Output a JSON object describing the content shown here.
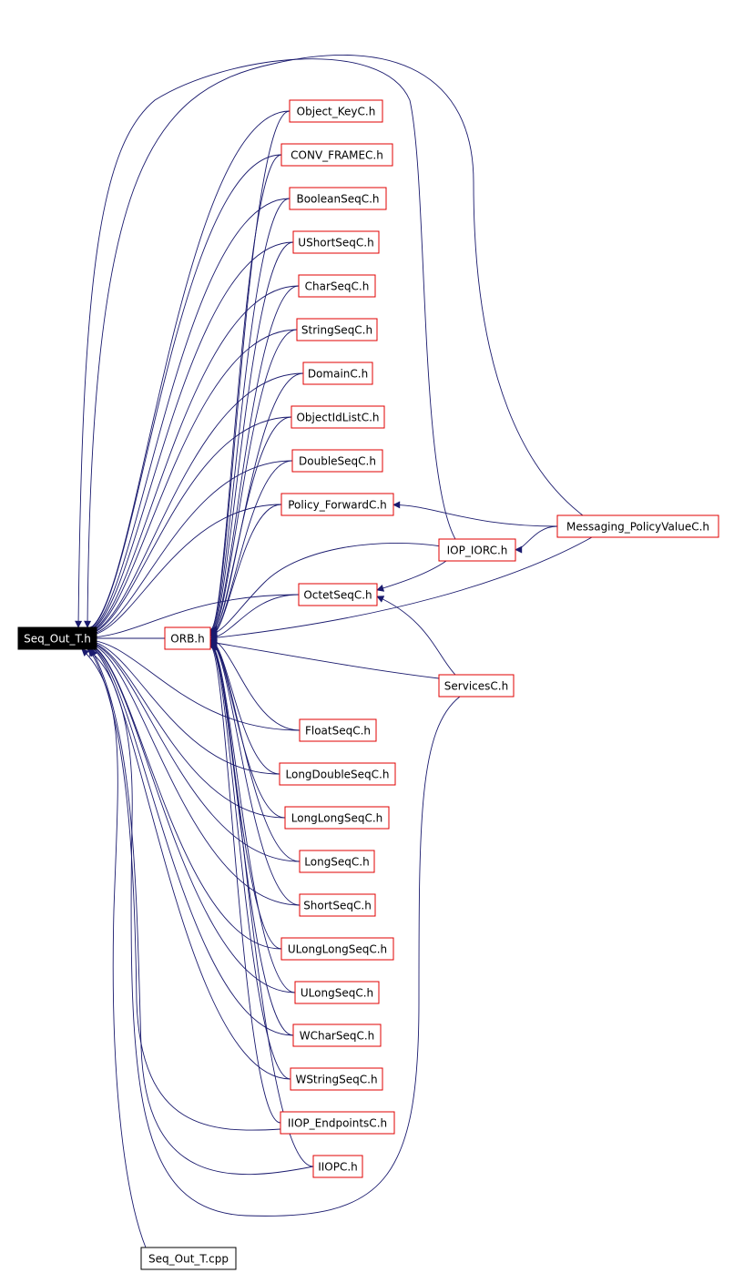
{
  "colors": {
    "edge": "#1a1a6e",
    "node_border": "#e00000",
    "root_fill": "#000000",
    "root_text": "#ffffff"
  },
  "nodes": [
    {
      "id": "seq_out_t_h",
      "label": "Seq_Out_T.h"
    },
    {
      "id": "orb_h",
      "label": "ORB.h"
    },
    {
      "id": "object_keyc_h",
      "label": "Object_KeyC.h"
    },
    {
      "id": "conv_framec_h",
      "label": "CONV_FRAMEC.h"
    },
    {
      "id": "booleanseqc_h",
      "label": "BooleanSeqC.h"
    },
    {
      "id": "ushortseqc_h",
      "label": "UShortSeqC.h"
    },
    {
      "id": "charseqc_h",
      "label": "CharSeqC.h"
    },
    {
      "id": "stringseqc_h",
      "label": "StringSeqC.h"
    },
    {
      "id": "domainc_h",
      "label": "DomainC.h"
    },
    {
      "id": "objectidlistc_h",
      "label": "ObjectIdListC.h"
    },
    {
      "id": "doubleseqc_h",
      "label": "DoubleSeqC.h"
    },
    {
      "id": "policy_forwardc_h",
      "label": "Policy_ForwardC.h"
    },
    {
      "id": "octetseqc_h",
      "label": "OctetSeqC.h"
    },
    {
      "id": "floatseqc_h",
      "label": "FloatSeqC.h"
    },
    {
      "id": "longdoubleseqc_h",
      "label": "LongDoubleSeqC.h"
    },
    {
      "id": "longlongseqc_h",
      "label": "LongLongSeqC.h"
    },
    {
      "id": "longseqc_h",
      "label": "LongSeqC.h"
    },
    {
      "id": "shortseqc_h",
      "label": "ShortSeqC.h"
    },
    {
      "id": "ulonglongseqc_h",
      "label": "ULongLongSeqC.h"
    },
    {
      "id": "ulongseqc_h",
      "label": "ULongSeqC.h"
    },
    {
      "id": "wcharseqc_h",
      "label": "WCharSeqC.h"
    },
    {
      "id": "wstringseqc_h",
      "label": "WStringSeqC.h"
    },
    {
      "id": "iiop_endpointsc_h",
      "label": "IIOP_EndpointsC.h"
    },
    {
      "id": "iiopc_h",
      "label": "IIOPC.h"
    },
    {
      "id": "iop_iorc_h",
      "label": "IOP_IORC.h"
    },
    {
      "id": "servicesc_h",
      "label": "ServicesC.h"
    },
    {
      "id": "messaging_policyvaluec_h",
      "label": "Messaging_PolicyValueC.h"
    },
    {
      "id": "seq_out_t_cpp",
      "label": "Seq_Out_T.cpp"
    }
  ],
  "edges": [
    {
      "from": "orb_h",
      "to": "seq_out_t_h"
    },
    {
      "from": "object_keyc_h",
      "to": "seq_out_t_h"
    },
    {
      "from": "conv_framec_h",
      "to": "seq_out_t_h"
    },
    {
      "from": "booleanseqc_h",
      "to": "seq_out_t_h"
    },
    {
      "from": "ushortseqc_h",
      "to": "seq_out_t_h"
    },
    {
      "from": "charseqc_h",
      "to": "seq_out_t_h"
    },
    {
      "from": "stringseqc_h",
      "to": "seq_out_t_h"
    },
    {
      "from": "domainc_h",
      "to": "seq_out_t_h"
    },
    {
      "from": "objectidlistc_h",
      "to": "seq_out_t_h"
    },
    {
      "from": "doubleseqc_h",
      "to": "seq_out_t_h"
    },
    {
      "from": "policy_forwardc_h",
      "to": "seq_out_t_h"
    },
    {
      "from": "octetseqc_h",
      "to": "seq_out_t_h"
    },
    {
      "from": "floatseqc_h",
      "to": "seq_out_t_h"
    },
    {
      "from": "longdoubleseqc_h",
      "to": "seq_out_t_h"
    },
    {
      "from": "longlongseqc_h",
      "to": "seq_out_t_h"
    },
    {
      "from": "longseqc_h",
      "to": "seq_out_t_h"
    },
    {
      "from": "shortseqc_h",
      "to": "seq_out_t_h"
    },
    {
      "from": "ulonglongseqc_h",
      "to": "seq_out_t_h"
    },
    {
      "from": "ulongseqc_h",
      "to": "seq_out_t_h"
    },
    {
      "from": "wcharseqc_h",
      "to": "seq_out_t_h"
    },
    {
      "from": "wstringseqc_h",
      "to": "seq_out_t_h"
    },
    {
      "from": "iiop_endpointsc_h",
      "to": "seq_out_t_h"
    },
    {
      "from": "iiopc_h",
      "to": "seq_out_t_h"
    },
    {
      "from": "iop_iorc_h",
      "to": "seq_out_t_h"
    },
    {
      "from": "servicesc_h",
      "to": "seq_out_t_h"
    },
    {
      "from": "messaging_policyvaluec_h",
      "to": "seq_out_t_h"
    },
    {
      "from": "seq_out_t_cpp",
      "to": "seq_out_t_h"
    },
    {
      "from": "object_keyc_h",
      "to": "orb_h"
    },
    {
      "from": "conv_framec_h",
      "to": "orb_h"
    },
    {
      "from": "booleanseqc_h",
      "to": "orb_h"
    },
    {
      "from": "ushortseqc_h",
      "to": "orb_h"
    },
    {
      "from": "charseqc_h",
      "to": "orb_h"
    },
    {
      "from": "stringseqc_h",
      "to": "orb_h"
    },
    {
      "from": "domainc_h",
      "to": "orb_h"
    },
    {
      "from": "objectidlistc_h",
      "to": "orb_h"
    },
    {
      "from": "doubleseqc_h",
      "to": "orb_h"
    },
    {
      "from": "policy_forwardc_h",
      "to": "orb_h"
    },
    {
      "from": "octetseqc_h",
      "to": "orb_h"
    },
    {
      "from": "floatseqc_h",
      "to": "orb_h"
    },
    {
      "from": "longdoubleseqc_h",
      "to": "orb_h"
    },
    {
      "from": "longlongseqc_h",
      "to": "orb_h"
    },
    {
      "from": "longseqc_h",
      "to": "orb_h"
    },
    {
      "from": "shortseqc_h",
      "to": "orb_h"
    },
    {
      "from": "ulonglongseqc_h",
      "to": "orb_h"
    },
    {
      "from": "ulongseqc_h",
      "to": "orb_h"
    },
    {
      "from": "wcharseqc_h",
      "to": "orb_h"
    },
    {
      "from": "wstringseqc_h",
      "to": "orb_h"
    },
    {
      "from": "iiop_endpointsc_h",
      "to": "orb_h"
    },
    {
      "from": "iiopc_h",
      "to": "orb_h"
    },
    {
      "from": "servicesc_h",
      "to": "orb_h"
    },
    {
      "from": "messaging_policyvaluec_h",
      "to": "policy_forwardc_h"
    },
    {
      "from": "messaging_policyvaluec_h",
      "to": "iop_iorc_h"
    },
    {
      "from": "messaging_policyvaluec_h",
      "to": "orb_h"
    },
    {
      "from": "iop_iorc_h",
      "to": "octetseqc_h"
    },
    {
      "from": "iop_iorc_h",
      "to": "orb_h"
    },
    {
      "from": "servicesc_h",
      "to": "octetseqc_h"
    }
  ]
}
